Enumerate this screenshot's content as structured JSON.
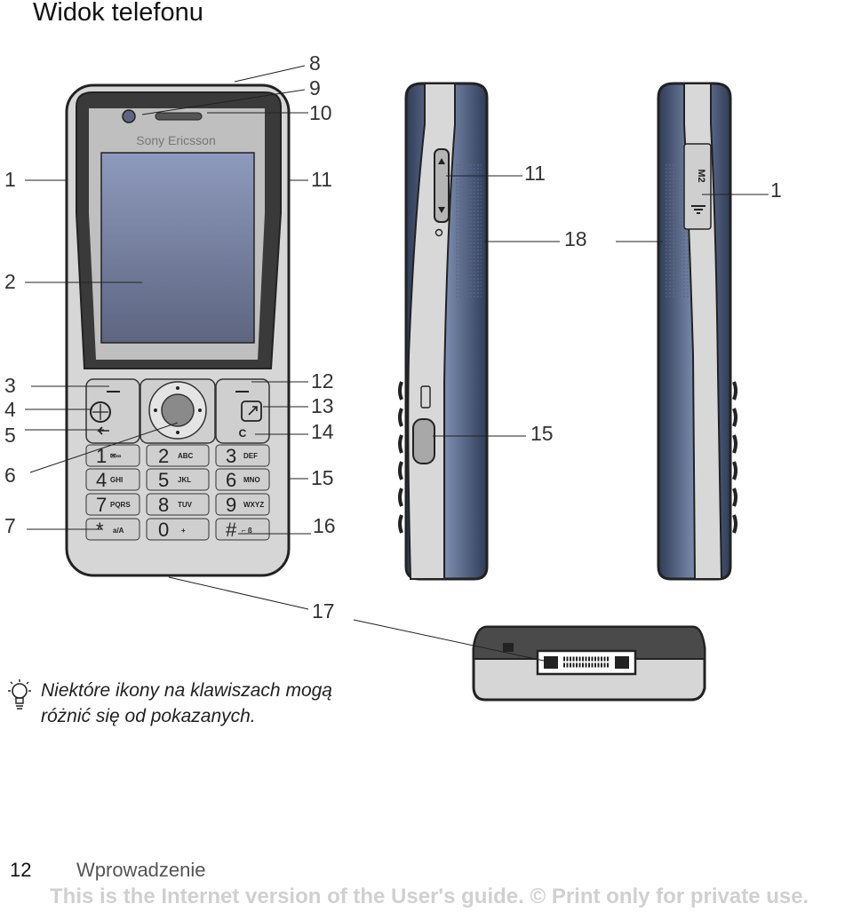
{
  "page": {
    "title": "Widok telefonu",
    "page_number": "12",
    "section": "Wprowadzenie",
    "footer_note": "This is the Internet version of the User's guide. © Print only for private use."
  },
  "tip": {
    "icon": "lightbulb-icon",
    "line1": "Niektóre ikony na klawiszach mogą",
    "line2": "różnić się od pokazanych."
  },
  "phone": {
    "brand": "Sony Ericsson",
    "memory_label": "M2",
    "clear_key": "C",
    "keypad": [
      {
        "digit": "1",
        "letters": "✉∞"
      },
      {
        "digit": "2",
        "letters": "ABC"
      },
      {
        "digit": "3",
        "letters": "DEF"
      },
      {
        "digit": "4",
        "letters": "GHI"
      },
      {
        "digit": "5",
        "letters": "JKL"
      },
      {
        "digit": "6",
        "letters": "MNO"
      },
      {
        "digit": "7",
        "letters": "PQRS"
      },
      {
        "digit": "8",
        "letters": "TUV"
      },
      {
        "digit": "9",
        "letters": "WXYZ"
      },
      {
        "digit": "*",
        "letters": "a/A"
      },
      {
        "digit": "0",
        "letters": "+"
      },
      {
        "digit": "#",
        "letters": "⌐ ß"
      }
    ]
  },
  "callouts": {
    "c1": "1",
    "c2": "2",
    "c3": "3",
    "c4": "4",
    "c5": "5",
    "c6": "6",
    "c7": "7",
    "c8": "8",
    "c9": "9",
    "c10": "10",
    "c11": "11",
    "c12": "12",
    "c13": "13",
    "c14": "14",
    "c15": "15",
    "c16": "16",
    "c17": "17",
    "c18": "18"
  },
  "colors": {
    "body_light": "#d6d6d6",
    "body_dark": "#3e3e3e",
    "screen": "#7c86a6",
    "side_blue": "#4a5a7c",
    "accent_line": "#222222"
  }
}
